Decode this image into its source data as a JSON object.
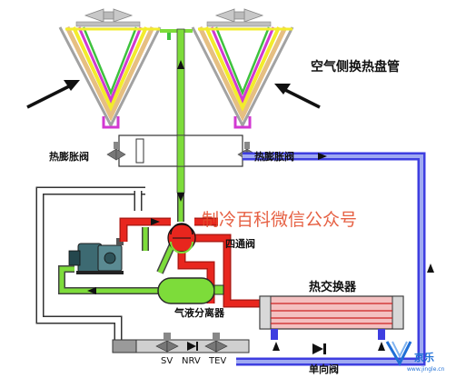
{
  "labels": {
    "air_side_coil": "空气侧换热盘管",
    "teev_left": "热膨胀阀",
    "teev_right": "热膨胀阀",
    "four_way_valve": "四通阀",
    "heat_exchanger": "热交换器",
    "gas_liquid_separator": "气液分离器",
    "sv": "SV",
    "nrv": "NRV",
    "tev": "TEV",
    "check_valve": "单向阀"
  },
  "watermark": "制冷百科微信公众号",
  "logo": {
    "text": "京乐",
    "url": "www.jingle.cn"
  },
  "colors": {
    "hot_gas": "#e8261e",
    "suction": "#7ddc3a",
    "liquid": "#3e3ee0",
    "liquid_light": "#9fa9f2",
    "coil_yellow": "#f3ec2c",
    "coil_magenta": "#d238d2",
    "coil_tan": "#e6bf82",
    "coil_green": "#3ec23e",
    "watermark": "#e34b2a"
  }
}
